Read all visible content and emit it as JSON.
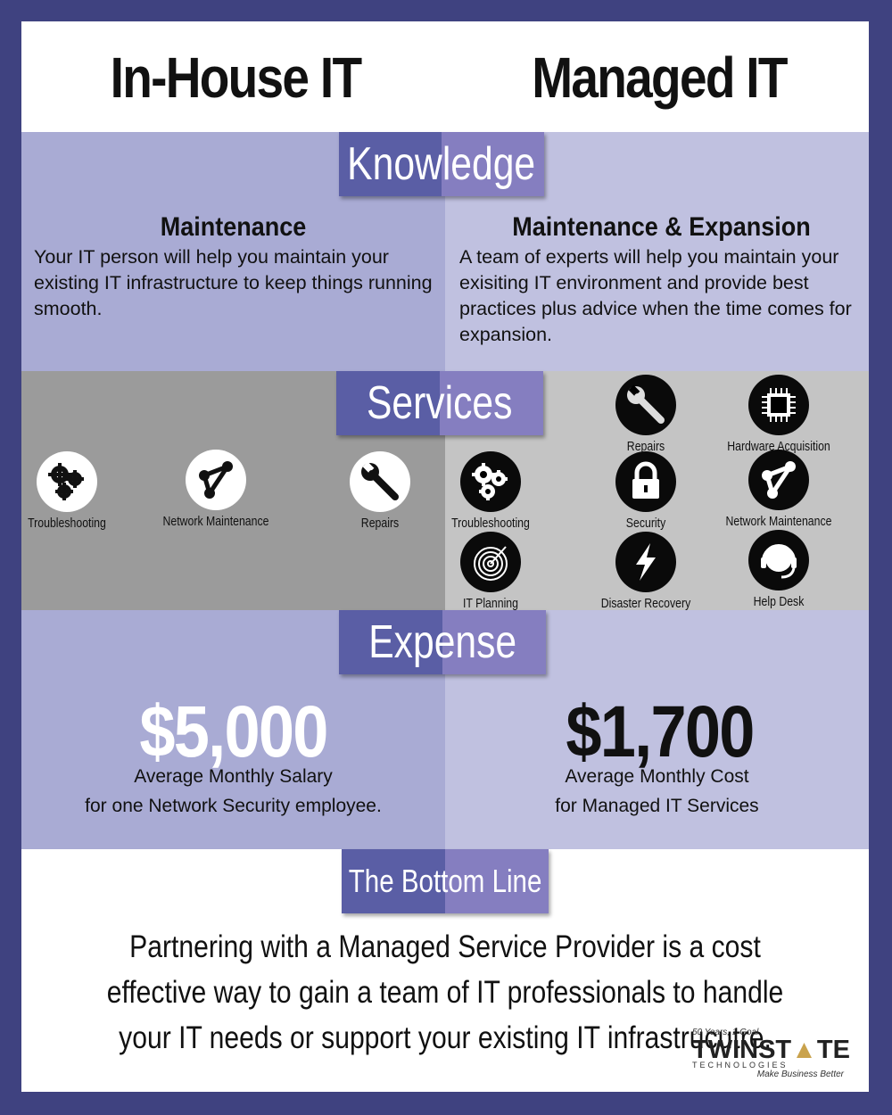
{
  "columns": {
    "left": "In-House IT",
    "right": "Managed IT"
  },
  "knowledge": {
    "label": "Knowledge",
    "left_heading": "Maintenance",
    "left_text": "Your IT person will help you maintain your existing IT infrastructure to keep things running smooth.",
    "right_heading": "Maintenance & Expansion",
    "right_text": "A team of experts will help you maintain your exisiting IT environment  and provide best practices plus advice when the time comes for expansion."
  },
  "services": {
    "label": "Services",
    "left": [
      {
        "name": "Troubleshooting",
        "icon": "gears-icon"
      },
      {
        "name": "Network Maintenance",
        "icon": "network-icon"
      },
      {
        "name": "Repairs",
        "icon": "wrench-icon"
      }
    ],
    "right": [
      {
        "name": "Repairs",
        "icon": "wrench-icon"
      },
      {
        "name": "Hardware Acquisition",
        "icon": "chip-icon"
      },
      {
        "name": "Troubleshooting",
        "icon": "gears-icon"
      },
      {
        "name": "Security",
        "icon": "lock-icon"
      },
      {
        "name": "Network Maintenance",
        "icon": "network-icon"
      },
      {
        "name": "IT Planning",
        "icon": "target-icon"
      },
      {
        "name": "Disaster Recovery",
        "icon": "lightning-icon"
      },
      {
        "name": "Help Desk",
        "icon": "headset-icon"
      }
    ]
  },
  "expense": {
    "label": "Expense",
    "left_amount": "$5,000",
    "left_line1": "Average Monthly Salary",
    "left_line2": "for one Network Security employee.",
    "right_amount": "$1,700",
    "right_line1": "Average Monthly Cost",
    "right_line2": "for Managed IT Services"
  },
  "bottom": {
    "label": "The Bottom Line",
    "text": "Partnering with a Managed Service Provider is a cost effective way to gain a team of IT professionals to handle your IT needs or support your existing IT infrastrucutre."
  },
  "logo": {
    "tagline": "50 Years, 1 Goal",
    "brand_left": "TWINST",
    "brand_right": "TE",
    "sub": "TECHNOLOGIES",
    "slogan": "Make Business Better"
  },
  "colors": {
    "border": "#3f4280",
    "knowledge_left": "#a9abd4",
    "knowledge_right": "#c0c1e0",
    "services_left": "#9b9b9b",
    "services_right": "#c4c4c4",
    "label_left": "#5a5ea5",
    "label_right": "#857ec0"
  }
}
